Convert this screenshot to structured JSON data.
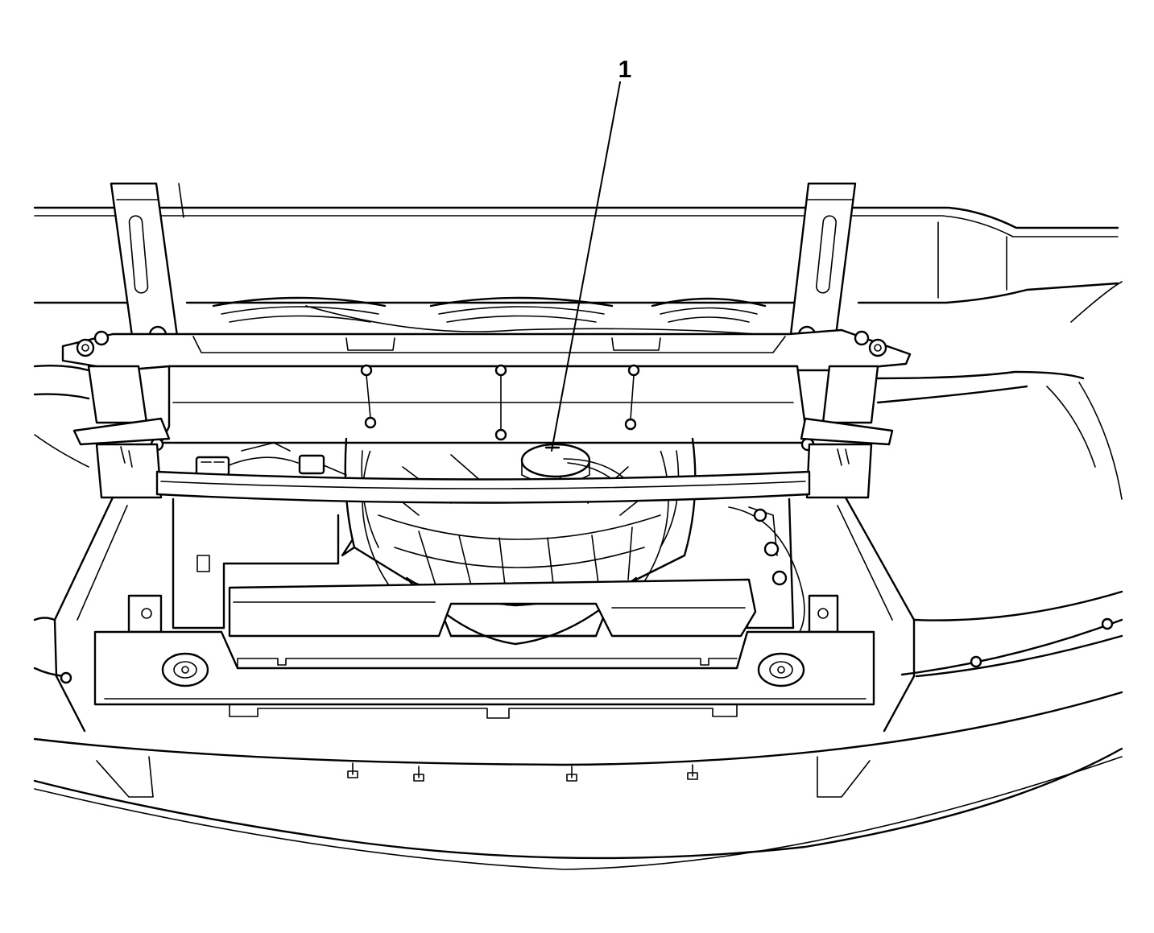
{
  "figure": {
    "callouts": [
      {
        "label": "1"
      }
    ]
  },
  "colors": {
    "line": "#000000",
    "background": "#ffffff"
  },
  "icons": [
    "fan-assembly-illustration",
    "radiator-support-illustration",
    "bumper-fascia-illustration"
  ]
}
